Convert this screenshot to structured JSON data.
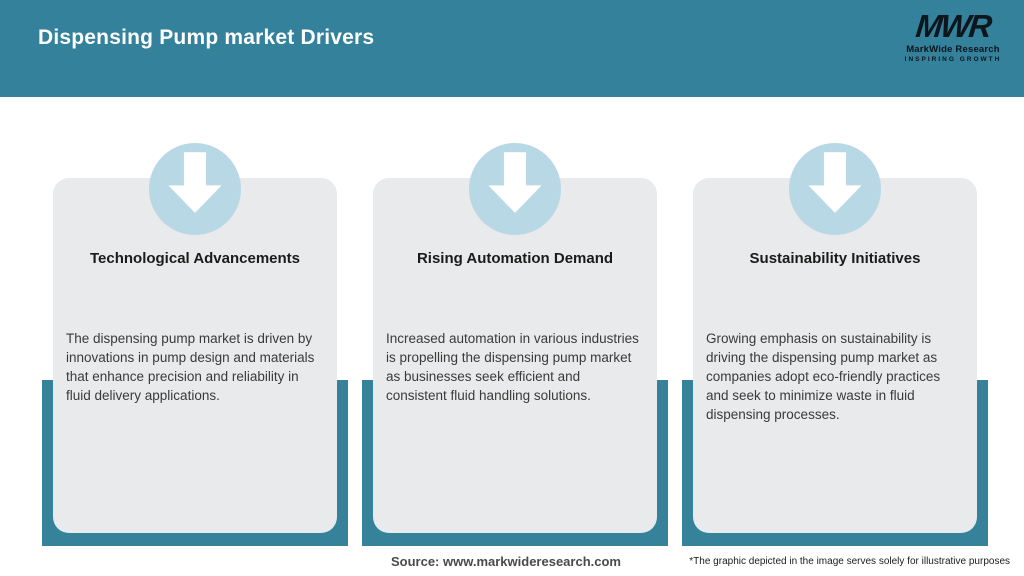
{
  "header": {
    "title": "Dispensing Pump market Drivers",
    "logo": {
      "acronym": "MWR",
      "name": "MarkWide Research",
      "tagline": "INSPIRING GROWTH"
    }
  },
  "cards": [
    {
      "title": "Technological Advancements",
      "description": "The dispensing pump market is driven by innovations in pump design and materials that enhance precision and reliability in fluid delivery applications."
    },
    {
      "title": "Rising Automation Demand",
      "description": "Increased automation in various industries is propelling the dispensing pump market as businesses seek efficient and consistent fluid handling solutions."
    },
    {
      "title": "Sustainability Initiatives",
      "description": "Growing emphasis on sustainability is driving the dispensing pump market as companies adopt eco-friendly practices and seek to minimize waste in fluid dispensing processes."
    }
  ],
  "footer": {
    "source": "Source: www.markwideresearch.com",
    "disclaimer": "*The graphic depicted in the image serves solely for illustrative purposes"
  },
  "colors": {
    "accent_teal": "#33819b",
    "circle_blue": "#b9d8e5",
    "card_gray": "#e8eaeb"
  }
}
